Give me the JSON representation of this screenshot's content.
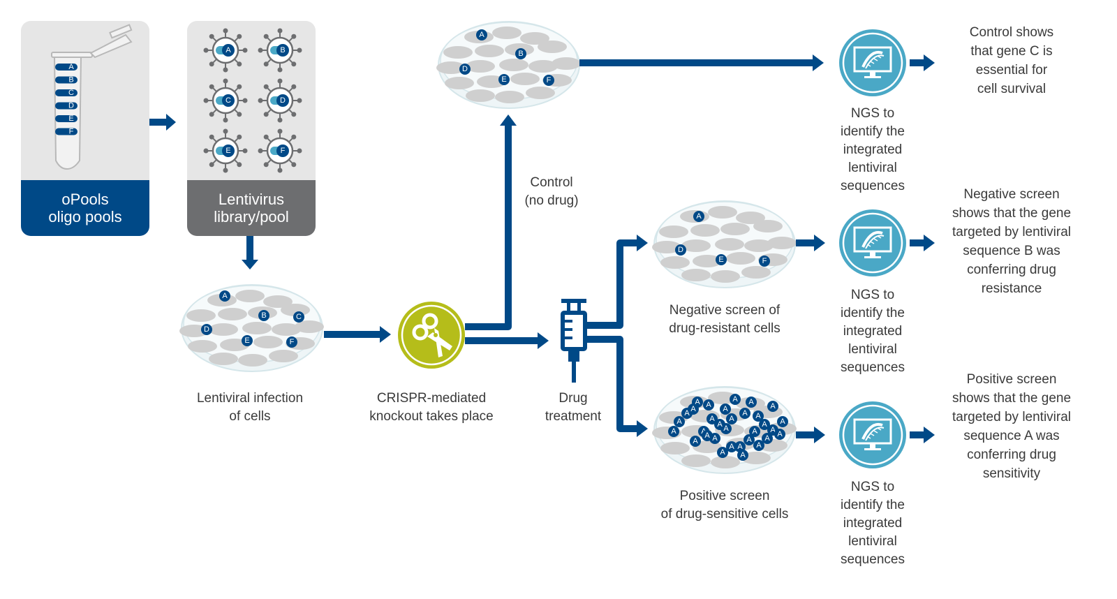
{
  "colors": {
    "navy": "#004987",
    "gray_dark": "#6d6e70",
    "panel_bg": "#e6e6e6",
    "teal": "#4aa8c6",
    "lime": "#b5bd1a",
    "dish_rim": "#d9ebef",
    "cell": "#cfcfcf"
  },
  "step1": {
    "title": "oPools\noligo pools",
    "tube_labels": [
      "A",
      "B",
      "C",
      "D",
      "E",
      "F"
    ]
  },
  "step2": {
    "title": "Lentivirus\nlibrary/pool",
    "virus_labels": [
      "A",
      "B",
      "C",
      "D",
      "E",
      "F"
    ]
  },
  "step3": {
    "caption": "Lentiviral infection\nof cells",
    "markers": [
      "A",
      "B",
      "C",
      "D",
      "E",
      "F"
    ]
  },
  "step4": {
    "caption": "CRISPR-mediated\nknockout takes place",
    "icon": "scissors-icon"
  },
  "step5": {
    "caption": "Drug\ntreatment",
    "icon": "syringe-icon"
  },
  "control_branch": {
    "label": "Control\n(no drug)",
    "markers": [
      "A",
      "B",
      "D",
      "E",
      "F"
    ]
  },
  "negative_branch": {
    "caption": "Negative screen of\ndrug-resistant cells",
    "markers": [
      "A",
      "D",
      "E",
      "F"
    ]
  },
  "positive_branch": {
    "caption": "Positive screen\nof drug-sensitive cells",
    "marker": "A"
  },
  "ngs": {
    "caption": "NGS to\nidentify the\nintegrated\nlentiviral\nsequences",
    "icon": "dna-monitor-icon"
  },
  "results": {
    "control": "Control shows\nthat gene C is\nessential for\ncell survival",
    "negative": "Negative screen\nshows that the  gene\ntargeted by lentiviral\nsequence B was\nconferring drug\nresistance",
    "positive": "Positive screen\nshows that the  gene\ntargeted by lentiviral\nsequence A was\nconferring drug\nsensitivity"
  }
}
